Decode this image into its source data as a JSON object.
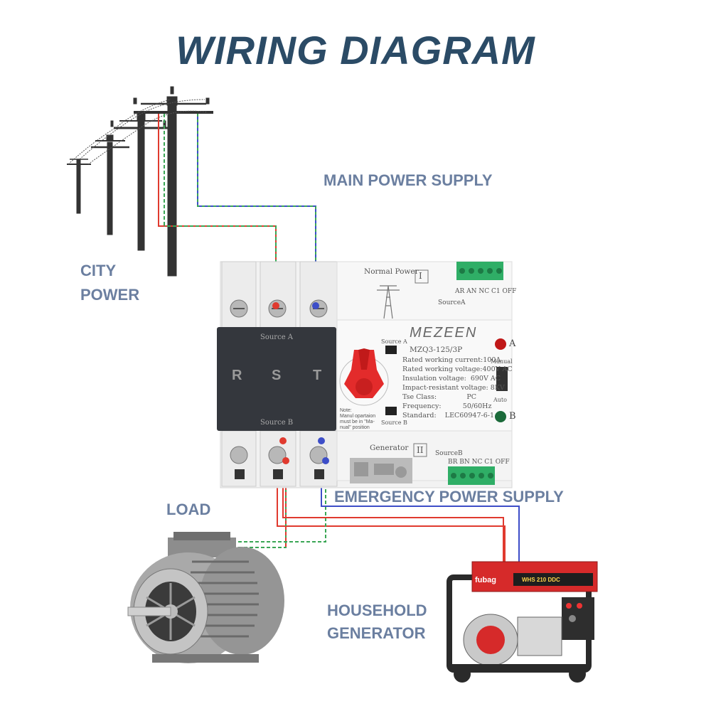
{
  "title": "WIRING DIAGRAM",
  "labels": {
    "main_power_supply": "MAIN POWER SUPPLY",
    "city_power_line1": "CITY",
    "city_power_line2": "POWER",
    "emergency_power_supply": "EMERGENCY POWER SUPPLY",
    "load": "LOAD",
    "household_generator_line1": "HOUSEHOLD",
    "household_generator_line2": "GENERATOR"
  },
  "device": {
    "normal_power": "Normal Power",
    "normal_power_numeral": "I",
    "terminals_top": "AR AN NC C1 OFF",
    "source_a_top": "SourceA",
    "panel_source_a": "Source A",
    "phases": [
      "R",
      "S",
      "T"
    ],
    "panel_source_b": "Source B",
    "brand": "MEZEEN",
    "model": "MZQ3-125/3P",
    "switch_source_a": "Source A",
    "switch_source_b": "Source B",
    "indicator_a": "A",
    "indicator_b": "B",
    "manual": "Manual",
    "auto": "Auto",
    "specs": [
      "Rated working current:100A",
      "Rated working voltage:400V AC",
      "Insulation voltage:  690V AC",
      "Impact-resistant voltage: 8KV",
      "Tse Class:              PC",
      "Frequency:          50/60Hz",
      "Standard:    LEC60947-6-1"
    ],
    "note": "Note:\nManul opartaion\nmust be in \"Ma-\nnual\" position",
    "generator": "Generator",
    "generator_numeral": "II",
    "source_b_bottom": "SourceB",
    "terminals_bottom": "BR BN NC C1 OFF"
  },
  "generator": {
    "brand": "fubag",
    "model": "WHS 210 DDC"
  },
  "colors": {
    "title": "#2b4b66",
    "label": "#6b7fa0",
    "wire_red": "#e03a2f",
    "wire_green": "#3aa655",
    "wire_blue": "#3d4ec8",
    "device_dark": "#34373d",
    "terminal_green": "#2fae66",
    "knob_red": "#e32b2b",
    "generator_red": "#d62a2a"
  }
}
